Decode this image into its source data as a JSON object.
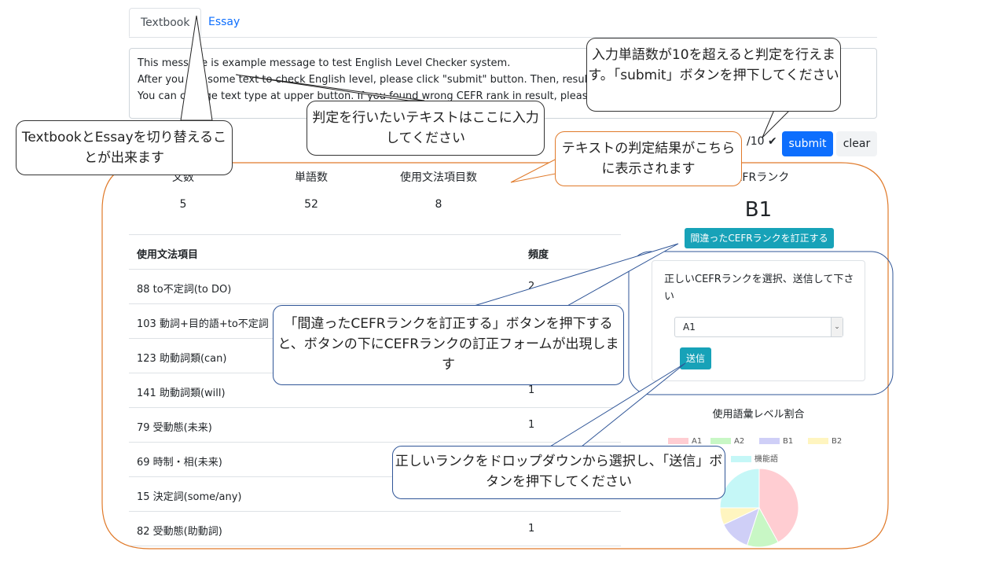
{
  "tabs": [
    {
      "label": "Textbook"
    },
    {
      "label": "Essay"
    }
  ],
  "input": {
    "lines": [
      "This message is example message to test English Level Checker system.",
      "After you put some text to check English level, please click \"submit\" button. Then, results wil",
      "You can change text type at upper button. If you found wrong CEFR rank in result, please co"
    ]
  },
  "word_count": "/10",
  "buttons": {
    "submit": "submit",
    "clear": "clear",
    "fix_rank": "間違ったCEFRランクを訂正する",
    "send": "送信"
  },
  "stats": {
    "headers": [
      "文数",
      "単語数",
      "使用文法項目数",
      "CEFRランク"
    ],
    "values": [
      "5",
      "52",
      "8"
    ],
    "rank": "B1"
  },
  "grammar_table": {
    "headers": [
      "使用文法項目",
      "頻度"
    ],
    "rows": [
      [
        "88 to不定詞(to DO)",
        "2"
      ],
      [
        "103 動詞+目的語+to不定詞",
        ""
      ],
      [
        "123 助動詞類(can)",
        ""
      ],
      [
        "141 助動詞類(will)",
        "1"
      ],
      [
        "79 受動態(未来)",
        "1"
      ],
      [
        "69 時制・相(未来)",
        ""
      ],
      [
        "15 決定詞(some/any)",
        ""
      ],
      [
        "82 受動態(助動詞)",
        "1"
      ]
    ]
  },
  "correction_form": {
    "question": "正しいCEFRランクを選択、送信して下さい",
    "selected": "A1"
  },
  "vocab_chart": {
    "title": "使用語彙レベル割合",
    "legend": [
      {
        "label": "A1",
        "color": "#ffcdd2"
      },
      {
        "label": "A2",
        "color": "#c8f7c5"
      },
      {
        "label": "B1",
        "color": "#cfcff7"
      },
      {
        "label": "B2",
        "color": "#fff5c0"
      },
      {
        "label": "機能語",
        "color": "#c5f7f7"
      }
    ]
  },
  "chart_data": {
    "type": "pie",
    "title": "使用語彙レベル割合",
    "categories": [
      "A1",
      "A2",
      "B1",
      "B2",
      "機能語"
    ],
    "values": [
      42,
      13,
      13,
      7,
      25
    ],
    "colors": [
      "#ffcdd2",
      "#c8f7c5",
      "#cfcff7",
      "#fff5c0",
      "#c5f7f7"
    ]
  },
  "callouts": {
    "tabs": "TextbookとEssayを切り替えることが出来ます",
    "input": "判定を行いたいテキストはここに入力してください",
    "submit": "入力単語数が10を超えると判定を行えます。「submit」ボタンを押下してください",
    "result": "テキストの判定結果がこちらに表示されます",
    "fix": "「間違ったCEFRランクを訂正する」ボタンを押下すると、ボタンの下にCEFRランクの訂正フォームが出現します",
    "send": "正しいランクをドロップダウンから選択し、「送信」ボタンを押下してください"
  },
  "colors": {
    "primary": "#0d6efd",
    "info": "#17a2b8",
    "callout_orange": "#e07a2a",
    "callout_blue": "#2f5597"
  }
}
